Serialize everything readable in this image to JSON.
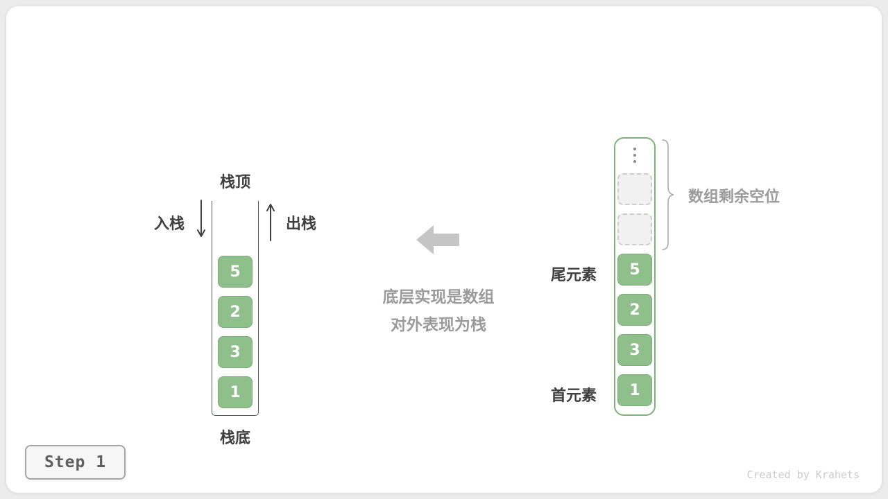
{
  "figure": {
    "step_label": "Step 1",
    "credit": "Created by Krahets"
  },
  "stack_diagram": {
    "top_label": "栈顶",
    "bottom_label": "栈底",
    "push_label": "入栈",
    "pop_label": "出栈",
    "values": [
      "5",
      "2",
      "3",
      "1"
    ]
  },
  "annotation": {
    "line1": "底层实现是数组",
    "line2": "对外表现为栈"
  },
  "array_diagram": {
    "tail_label": "尾元素",
    "head_label": "首元素",
    "empty_slot_count": 2,
    "values": [
      "5",
      "2",
      "3",
      "1"
    ],
    "brace_label": "数组剩余空位"
  },
  "colors": {
    "page_bg": "#ececec",
    "card_bg": "#ffffff",
    "card_border": "#e0e0e0",
    "dark_text": "#3f3f3f",
    "gray_text": "#9b9b9b",
    "cell_green": "#8fbf8a",
    "cell_border": "#7bac76",
    "cell_text": "#ffffff",
    "array_border": "#7fb27a",
    "container_border": "#565a5f",
    "empty_fill": "#f1f1f1",
    "empty_border": "#cdcdcd",
    "arrow_gray": "#c5c5c5",
    "brace_gray": "#aaaaaa",
    "dots_gray": "#8a8a8a",
    "step_bg": "#f6f6f6",
    "step_border": "#a6a6a6",
    "step_text": "#5f5f5f",
    "credit_text": "#cbcbcb"
  }
}
